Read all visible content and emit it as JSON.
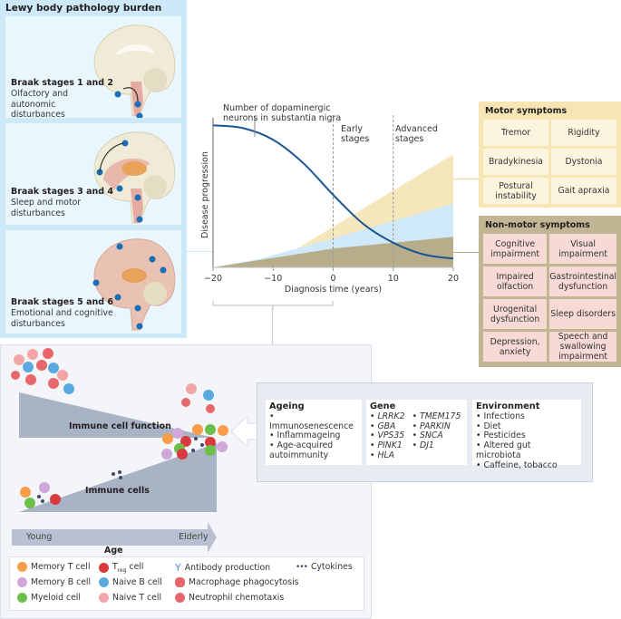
{
  "lewy_panel": {
    "title": "Lewy body pathology burden",
    "stages": [
      {
        "title": "Braak stages 1 and 2",
        "description": "Olfactory and autonomic disturbances"
      },
      {
        "title": "Braak stages 3 and 4",
        "description": "Sleep and motor disturbances"
      },
      {
        "title": "Braak stages 5 and 6",
        "description": "Emotional and cognitive disturbances"
      }
    ]
  },
  "chart_data": {
    "type": "area",
    "title": "",
    "xlabel": "Diagnosis time (years)",
    "ylabel": "Disease progression",
    "xlim": [
      -20,
      20
    ],
    "ylim": [
      0,
      100
    ],
    "x_ticks": [
      -20,
      -10,
      0,
      10,
      20
    ],
    "x_tick_labels": [
      "−20",
      "−10",
      "0",
      "10",
      "20"
    ],
    "annotations": [
      {
        "text": "Number of dopaminergic neurons in substantia nigra",
        "target": "neurons-curve"
      },
      {
        "text": "Early stages",
        "x": 0
      },
      {
        "text": "Advanced stages",
        "x": 10
      }
    ],
    "stage_lines_x": [
      0,
      10
    ],
    "series": [
      {
        "name": "Number of dopaminergic neurons in substantia nigra",
        "kind": "line",
        "color": "#1a5694",
        "x": [
          -20,
          -15,
          -10,
          -5,
          0,
          5,
          10,
          15,
          20
        ],
        "y": [
          98,
          96,
          88,
          72,
          50,
          30,
          17,
          9,
          6
        ]
      },
      {
        "name": "Non-motor symptoms",
        "kind": "area",
        "color": "#b8ad8b",
        "x": [
          -20,
          0,
          20
        ],
        "y": [
          0,
          13,
          21
        ]
      },
      {
        "name": "Non-motor symptoms (light)",
        "kind": "area",
        "color": "#cfe9f8",
        "x": [
          -20,
          -12,
          0,
          20
        ],
        "y": [
          0,
          6,
          20,
          44
        ]
      },
      {
        "name": "Motor symptoms",
        "kind": "area",
        "color": "#f5e6bb",
        "x": [
          -20,
          -8,
          0,
          20
        ],
        "y": [
          0,
          8,
          28,
          78
        ]
      }
    ]
  },
  "motor": {
    "title": "Motor symptoms",
    "items": [
      "Tremor",
      "Rigidity",
      "Bradykinesia",
      "Dystonia",
      "Postural instability",
      "Gait apraxia"
    ]
  },
  "nonmotor": {
    "title": "Non-motor symptoms",
    "items": [
      "Cognitive impairment",
      "Visual impairment",
      "Impaired olfaction",
      "Gastrointestinal dysfunction",
      "Urogenital dysfunction",
      "Sleep disorders",
      "Depression, anxiety",
      "Speech and swallowing impairment"
    ]
  },
  "factors": {
    "ageing": {
      "title": "Ageing",
      "items": [
        "Immunosenescence",
        "Inflammageing",
        "Age-acquired autoimmunity"
      ]
    },
    "gene": {
      "title": "Gene",
      "col1": [
        "LRRK2",
        "GBA",
        "VPS35",
        "PINK1",
        "HLA"
      ],
      "col2": [
        "TMEM175",
        "PARKIN",
        "SNCA",
        "DJ1"
      ]
    },
    "environment": {
      "title": "Environment",
      "items": [
        "Infections",
        "Diet",
        "Pesticides",
        "Altered gut microbiota",
        "Caffeine, tobacco"
      ]
    }
  },
  "immune": {
    "function_label": "Immune cell function",
    "cells_label": "Immune cells",
    "age_start": "Young",
    "age_end": "Elderly",
    "age_label": "Age"
  },
  "legend": [
    {
      "label": "Memory T cell",
      "color": "#f99d4a"
    },
    {
      "label": "Memory B cell",
      "color": "#d1a6d8"
    },
    {
      "label": "Myeloid cell",
      "color": "#6cc04a"
    },
    {
      "label": "T",
      "sub": "reg",
      "suffix": " cell",
      "color": "#d93a3f"
    },
    {
      "label": "Naive B cell",
      "color": "#5aa8e0"
    },
    {
      "label": "Naive T cell",
      "color": "#f3a5a7"
    },
    {
      "label": "Antibody production",
      "color": "#4a90d0"
    },
    {
      "label": "Macrophage phagocytosis",
      "color": "#e8676b"
    },
    {
      "label": "Neutrophil chemotaxis",
      "color": "#e8676b"
    },
    {
      "label": "Cytokines",
      "color": "#3d4a66"
    }
  ],
  "colors": {
    "lewy_bg": "#cde9f8",
    "motor_bg": "#f6e6b4",
    "nonmotor_bg": "#c0b693",
    "nonmotor_cell": "#f7d9d6",
    "curve": "#1a5694"
  }
}
